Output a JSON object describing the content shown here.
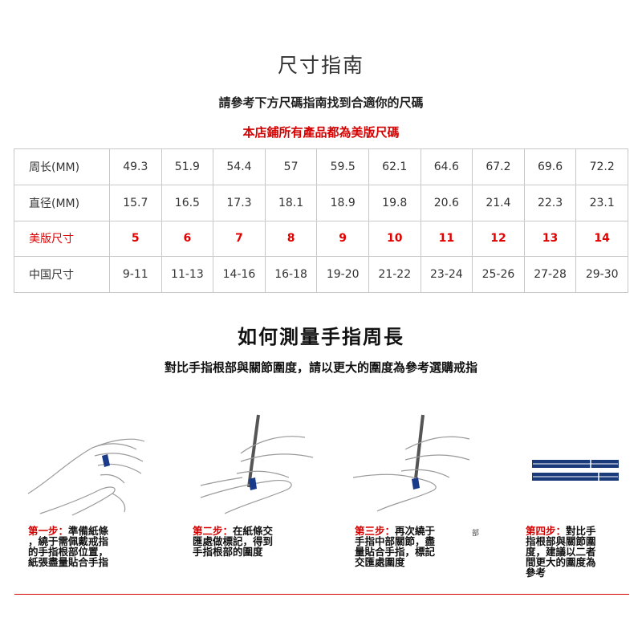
{
  "header": {
    "title": "尺寸指南",
    "subtitle": "請參考下方尺碼指南找到合適你的尺碼",
    "note": "本店鋪所有產品都為美版尺碼"
  },
  "size_table": {
    "rows": [
      {
        "label": "周长(MM)",
        "values": [
          "49.3",
          "51.9",
          "54.4",
          "57",
          "59.5",
          "62.1",
          "64.6",
          "67.2",
          "69.6",
          "72.2"
        ]
      },
      {
        "label": "直径(MM)",
        "values": [
          "15.7",
          "16.5",
          "17.3",
          "18.1",
          "18.9",
          "19.8",
          "20.6",
          "21.4",
          "22.3",
          "23.1"
        ]
      },
      {
        "label": "美版尺寸",
        "values": [
          "5",
          "6",
          "7",
          "8",
          "9",
          "10",
          "11",
          "12",
          "13",
          "14"
        ]
      },
      {
        "label": "中国尺寸",
        "values": [
          "9-11",
          "11-13",
          "14-16",
          "16-18",
          "19-20",
          "21-22",
          "23-24",
          "25-26",
          "27-28",
          "29-30"
        ]
      }
    ]
  },
  "measure": {
    "heading": "如何測量手指周長",
    "desc": "對比手指根部與關節圍度，請以更大的圍度為參考選購戒指"
  },
  "steps": [
    {
      "label": "第一步：",
      "lines": [
        "準備紙條",
        "，繞于需佩戴戒指",
        "的手指根部位置，",
        "紙張盡量貼合手指"
      ]
    },
    {
      "label": "第二步：",
      "lines": [
        "在紙條交",
        "匯處做標記，得到",
        "手指根部的圍度"
      ]
    },
    {
      "label": "第三步：",
      "lines": [
        "再次繞于",
        "手指中部關節，盡",
        "量貼合手指，標記",
        "交匯處圍度"
      ]
    },
    {
      "label": "第四步：",
      "lines": [
        "對比手",
        "指根部與關節圍",
        "度，建議以二者",
        "間更大的圍度為",
        "參考"
      ]
    }
  ],
  "stray_text": "部",
  "colors": {
    "accent_red": "#d40000",
    "paper_blue": "#1a3a7a",
    "line_gray": "#c9c9c9"
  }
}
